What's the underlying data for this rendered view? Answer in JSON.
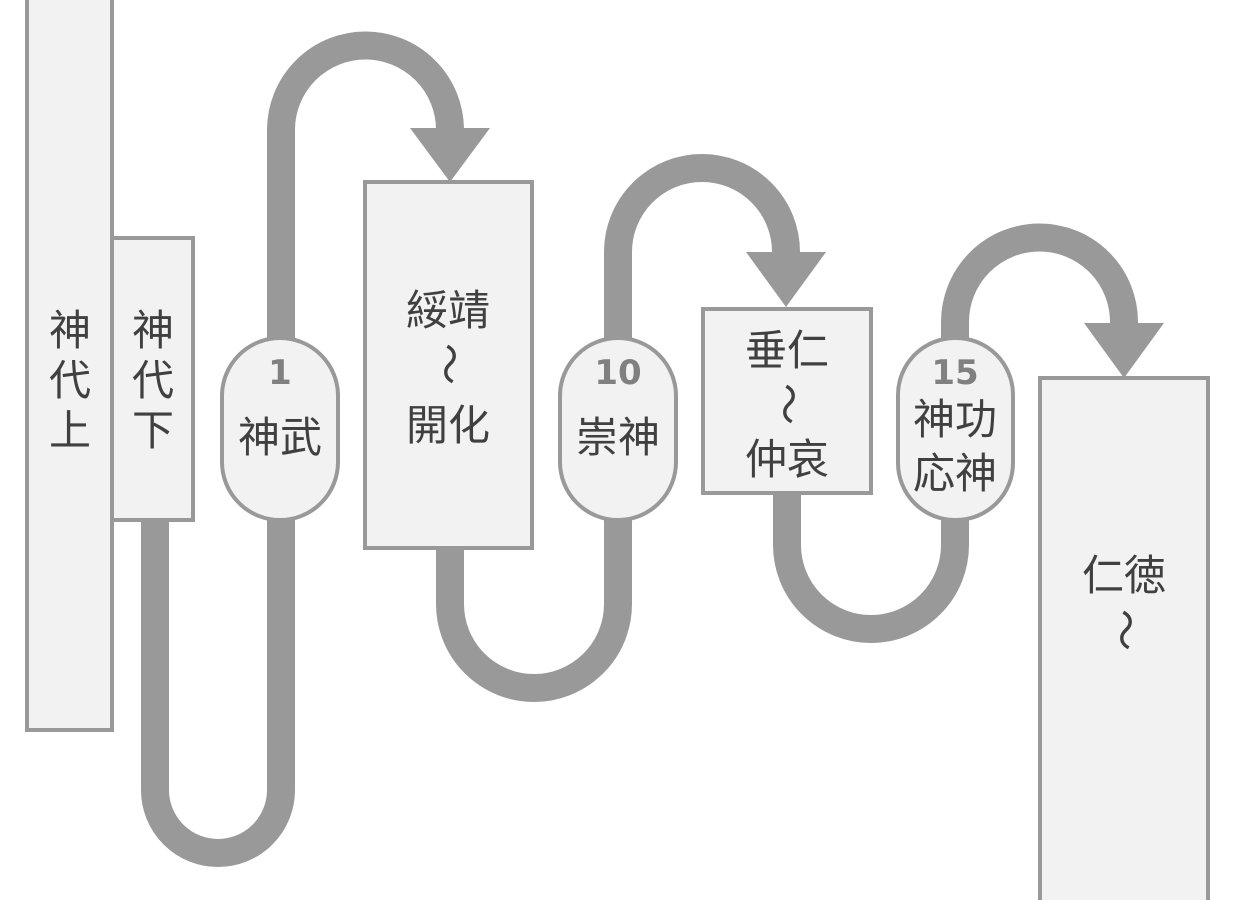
{
  "colors": {
    "flow": "#999999",
    "box_fill": "#f2f2f2",
    "text": "#404040",
    "number": "#808080"
  },
  "nodes": [
    {
      "id": "jindai-jo",
      "lines": [
        "神",
        "代",
        "上"
      ]
    },
    {
      "id": "jindai-ge",
      "lines": [
        "神",
        "代",
        "下"
      ]
    },
    {
      "id": "jimmu",
      "number": "1",
      "lines": [
        "神武"
      ]
    },
    {
      "id": "suizei-kaika",
      "lines": [
        "綏靖",
        "〜",
        "開化"
      ]
    },
    {
      "id": "sujin",
      "number": "10",
      "lines": [
        "崇神"
      ]
    },
    {
      "id": "suinin-chuai",
      "lines": [
        "垂仁",
        "〜",
        "仲哀"
      ]
    },
    {
      "id": "jingu-ojin",
      "number": "15",
      "lines": [
        "神功",
        "応神"
      ]
    },
    {
      "id": "nintoku",
      "lines": [
        "仁徳",
        "〜"
      ]
    }
  ]
}
